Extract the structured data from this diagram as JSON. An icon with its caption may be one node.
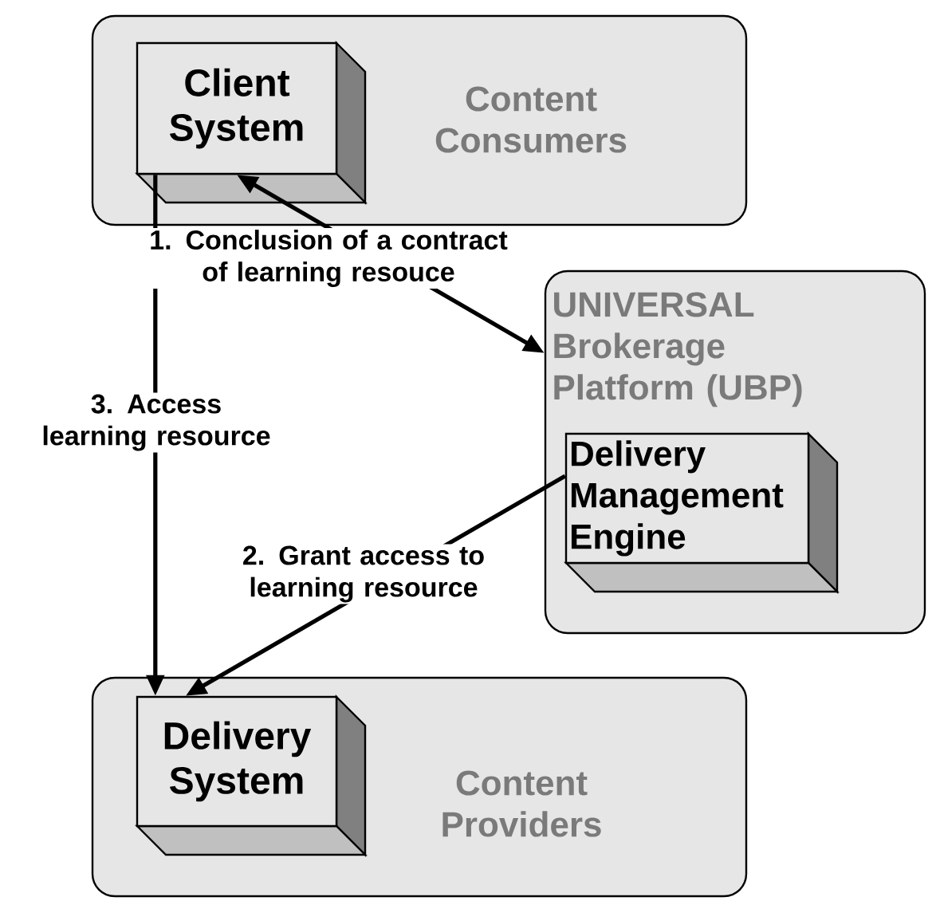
{
  "diagram": {
    "nodes": [
      {
        "text": [
          "Content Consumers"
        ]
      },
      {
        "text": [
          "Client System"
        ],
        "in": 0
      },
      {
        "text": [
          "UNIVERSAL Brokerage Platform (UBP)"
        ]
      },
      {
        "text": [
          "Delivery Management Engine"
        ],
        "in": 2
      },
      {
        "text": [
          "Content Providers"
        ]
      },
      {
        "text": [
          "Delivery System"
        ],
        "in": 4
      }
    ],
    "edges": [
      {
        "from": 1,
        "to": 2,
        "arrow": "both",
        "label": "1. Conclusion of a contract of learning resouce"
      },
      {
        "from": 3,
        "to": 5,
        "arrow": "to",
        "label": "2. Grant access to learning resource"
      },
      {
        "from": 1,
        "to": 5,
        "arrow": "to",
        "label": "3. Access learning resource"
      }
    ]
  }
}
